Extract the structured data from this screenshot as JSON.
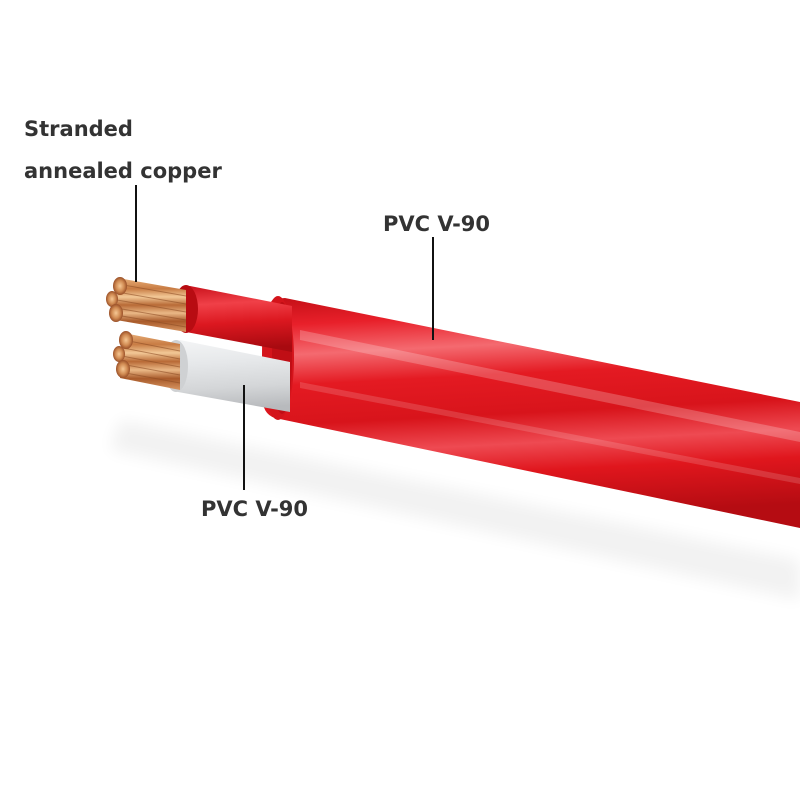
{
  "image": {
    "subject": "two-core flat cable with stranded copper conductors",
    "background_color": "#ffffff"
  },
  "labels": {
    "conductor": {
      "line1": "Stranded",
      "line2": "annealed copper"
    },
    "outer_sheath": "PVC V-90",
    "inner_insulation": "PVC V-90"
  },
  "colors": {
    "sheath_red": "#e0141c",
    "sheath_highlight": "#f4737a",
    "sheath_dark": "#b80c12",
    "insulation_white": "#e4e6e8",
    "copper": "#c8804a",
    "copper_light": "#f0c08a",
    "copper_dark": "#8a4a22",
    "label_text": "#333333",
    "leader_line": "#111111"
  }
}
